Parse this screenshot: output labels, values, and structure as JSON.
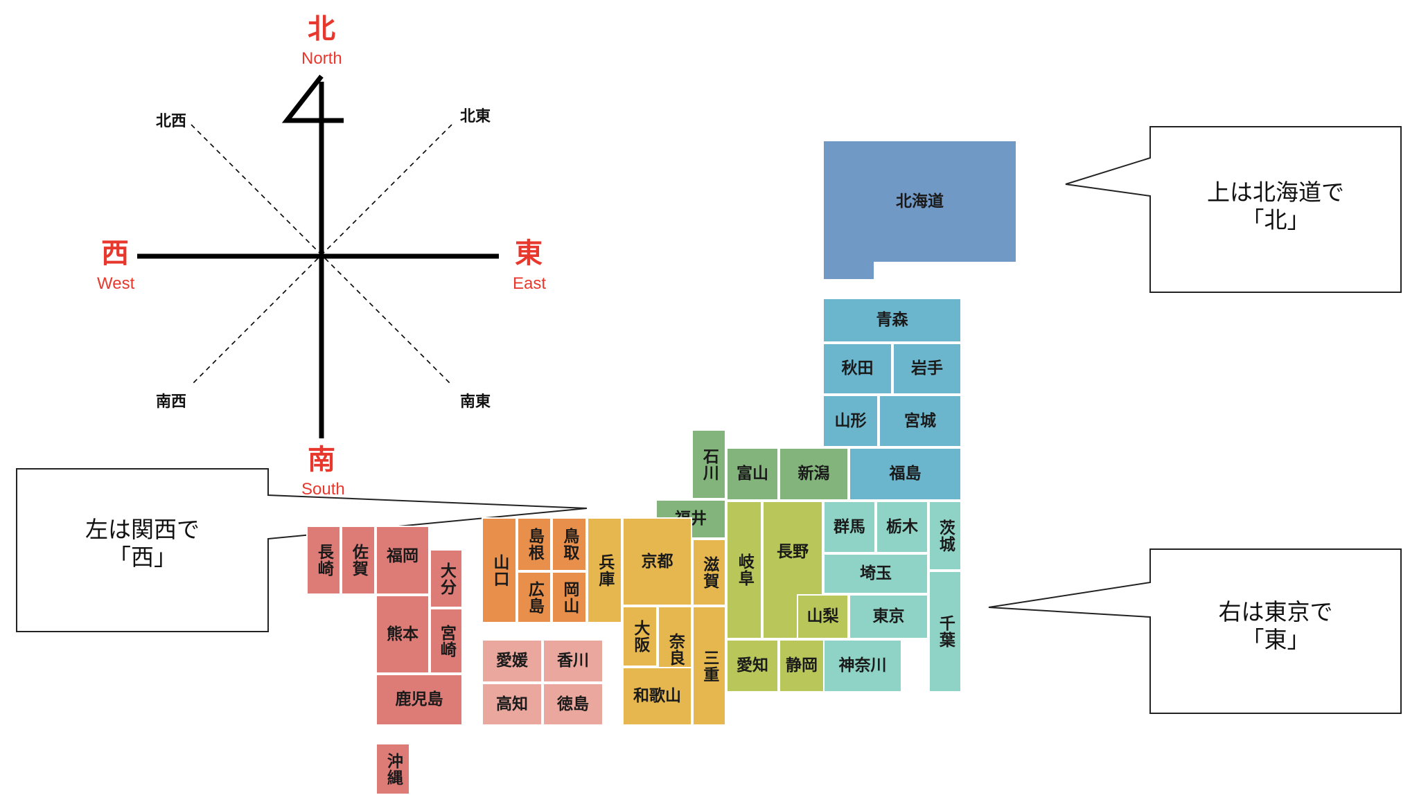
{
  "compass": {
    "north": {
      "kanji": "北",
      "english": "North"
    },
    "south": {
      "kanji": "南",
      "english": "South"
    },
    "west": {
      "kanji": "西",
      "english": "West"
    },
    "east": {
      "kanji": "東",
      "english": "East"
    },
    "northwest": "北西",
    "northeast": "北東",
    "southwest": "南西",
    "southeast": "南東"
  },
  "callouts": {
    "north": {
      "line1": "上は北海道で",
      "line2": "「北」"
    },
    "west": {
      "line1": "左は関西で",
      "line2": "「西」"
    },
    "east": {
      "line1": "右は東京で",
      "line2": "「東」"
    }
  },
  "colors": {
    "hokkaido": "#7099c6",
    "tohoku": "#6bb5cd",
    "chubu_hokuriku": "#82b47c",
    "chubu_central": "#b9c65a",
    "kanto": "#8ed3c5",
    "kinki": "#e6b64f",
    "chugoku": "#e88f4c",
    "shikoku": "#e9a79d",
    "kyushu": "#dd7b77",
    "accent_red": "#e8382d"
  },
  "prefectures": {
    "hokkaido": "北海道",
    "aomori": "青森",
    "akita": "秋田",
    "iwate": "岩手",
    "yamagata": "山形",
    "miyagi": "宮城",
    "fukushima": "福島",
    "ishikawa": "石川",
    "toyama": "富山",
    "niigata": "新潟",
    "fukui": "福井",
    "gunma": "群馬",
    "tochigi": "栃木",
    "ibaraki": "茨城",
    "gifu": "岐阜",
    "nagano": "長野",
    "saitama": "埼玉",
    "yamanashi": "山梨",
    "tokyo": "東京",
    "chiba": "千葉",
    "aichi": "愛知",
    "shizuoka": "静岡",
    "kanagawa": "神奈川",
    "shiga": "滋賀",
    "kyoto": "京都",
    "hyogo": "兵庫",
    "osaka": "大阪",
    "nara": "奈良",
    "mie": "三重",
    "wakayama": "和歌山",
    "yamaguchi": "山口",
    "shimane": "島根",
    "tottori": "鳥取",
    "hiroshima": "広島",
    "okayama": "岡山",
    "ehime": "愛媛",
    "kagawa": "香川",
    "kochi": "高知",
    "tokushima": "徳島",
    "nagasaki": "長崎",
    "saga": "佐賀",
    "fukuoka": "福岡",
    "oita": "大分",
    "kumamoto": "熊本",
    "miyazaki": "宮崎",
    "kagoshima": "鹿児島",
    "okinawa": "沖縄"
  }
}
